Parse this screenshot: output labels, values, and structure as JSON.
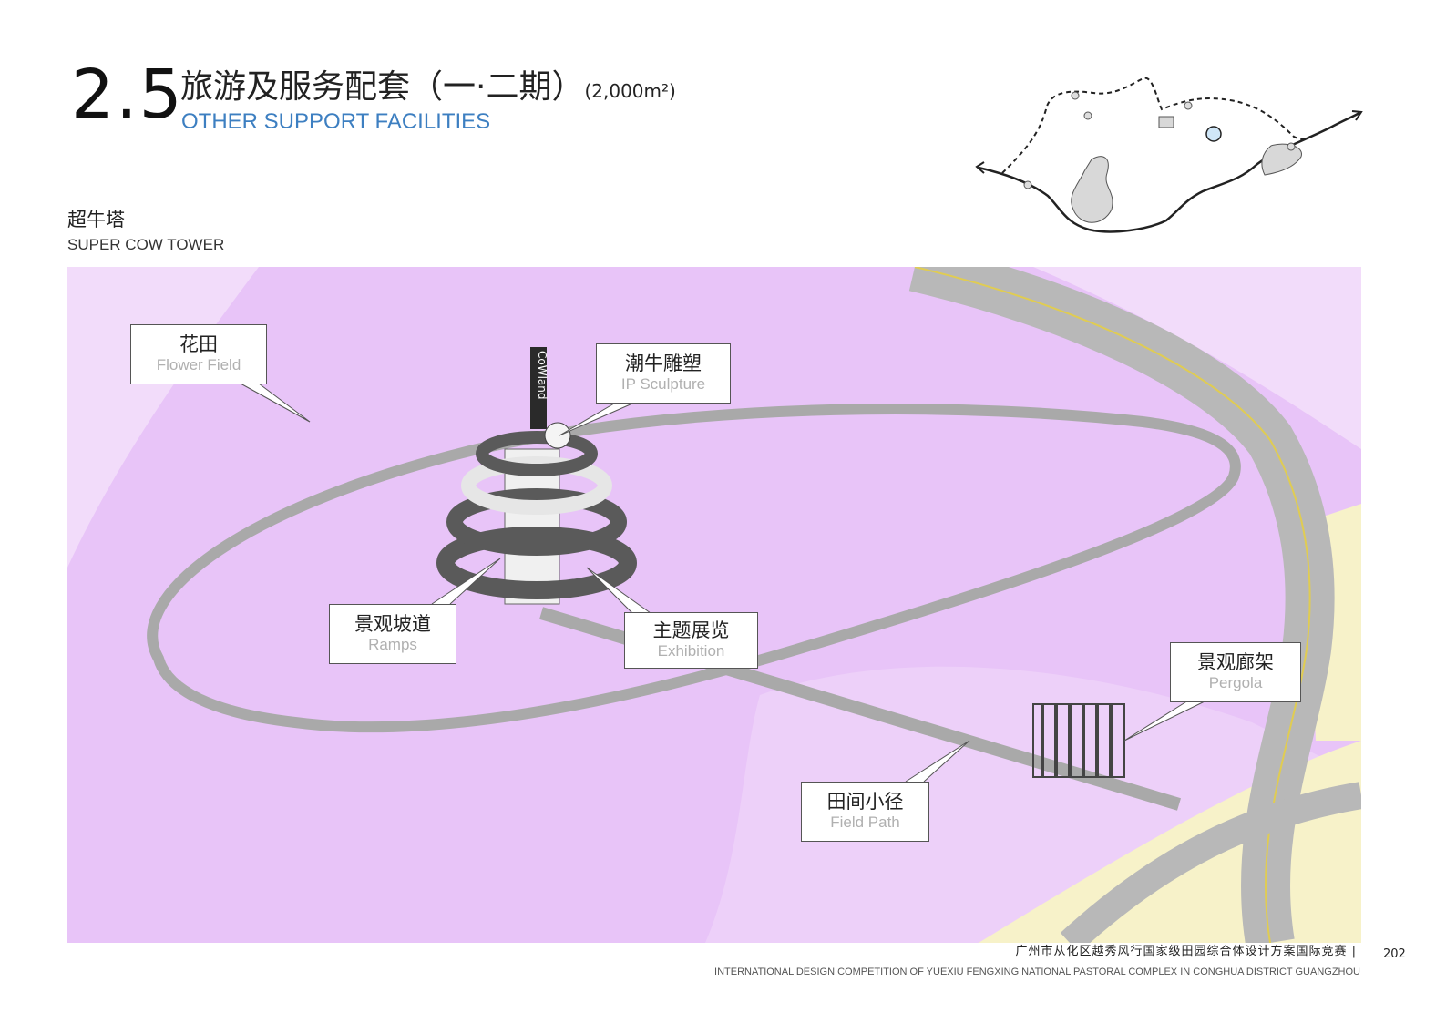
{
  "header": {
    "section_number": "2.5",
    "title_cn": "旅游及服务配套（一·二期）",
    "area": "(2,000m²)",
    "title_en": "OTHER SUPPORT FACILITIES"
  },
  "subheading": {
    "cn": "超牛塔",
    "en": "SUPER COW TOWER"
  },
  "sign_text": "CoWland",
  "callouts": {
    "flower_field": {
      "cn": "花田",
      "en": "Flower Field"
    },
    "ip_sculpture": {
      "cn": "潮牛雕塑",
      "en": "IP Sculpture"
    },
    "ramps": {
      "cn": "景观坡道",
      "en": "Ramps"
    },
    "exhibition": {
      "cn": "主题展览",
      "en": "Exhibition"
    },
    "pergola": {
      "cn": "景观廊架",
      "en": "Pergola"
    },
    "field_path": {
      "cn": "田间小径",
      "en": "Field Path"
    }
  },
  "footer": {
    "cn": "广州市从化区越秀风行国家级田园综合体设计方案国际竞赛 |",
    "en": "INTERNATIONAL DESIGN COMPETITION OF YUEXIU FENGXING NATIONAL PASTORAL COMPLEX IN CONGHUA DISTRICT GUANGZHOU",
    "page": "202"
  },
  "colors": {
    "field": "#e8c4f8",
    "field_light": "#f2dcfa",
    "road": "#b8b8b8",
    "yellow_field": "#f7f2c9",
    "accent_blue": "#3d7fc1",
    "locator_dot": "#cfe6f7"
  }
}
